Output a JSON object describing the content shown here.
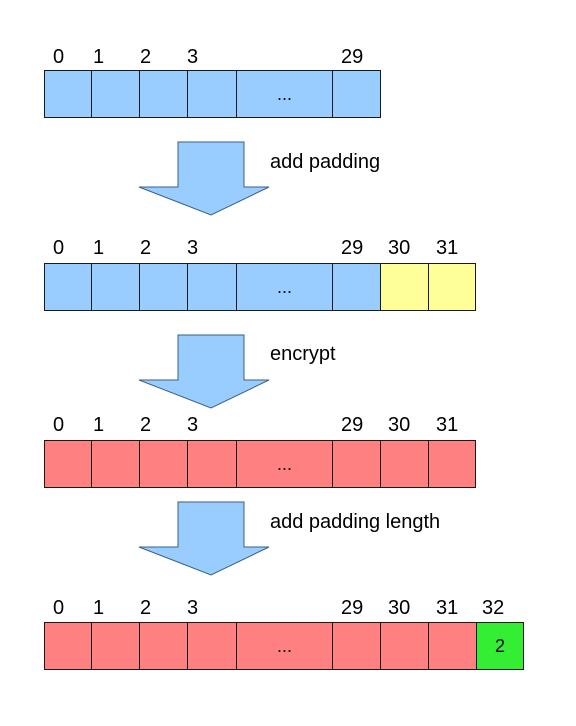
{
  "colors": {
    "blue": "#99ccff",
    "yellow": "#ffff99",
    "red": "#ff8080",
    "green": "#33ee33",
    "arrow": "#99ccff"
  },
  "cell_text": {
    "ellipsis": "...",
    "padding_length_value": "2"
  },
  "labels": {
    "i0": "0",
    "i1": "1",
    "i2": "2",
    "i3": "3",
    "i29": "29",
    "i30": "30",
    "i31": "31",
    "i32": "32"
  },
  "steps": {
    "add_padding": "add padding",
    "encrypt": "encrypt",
    "add_padding_length": "add padding length"
  }
}
